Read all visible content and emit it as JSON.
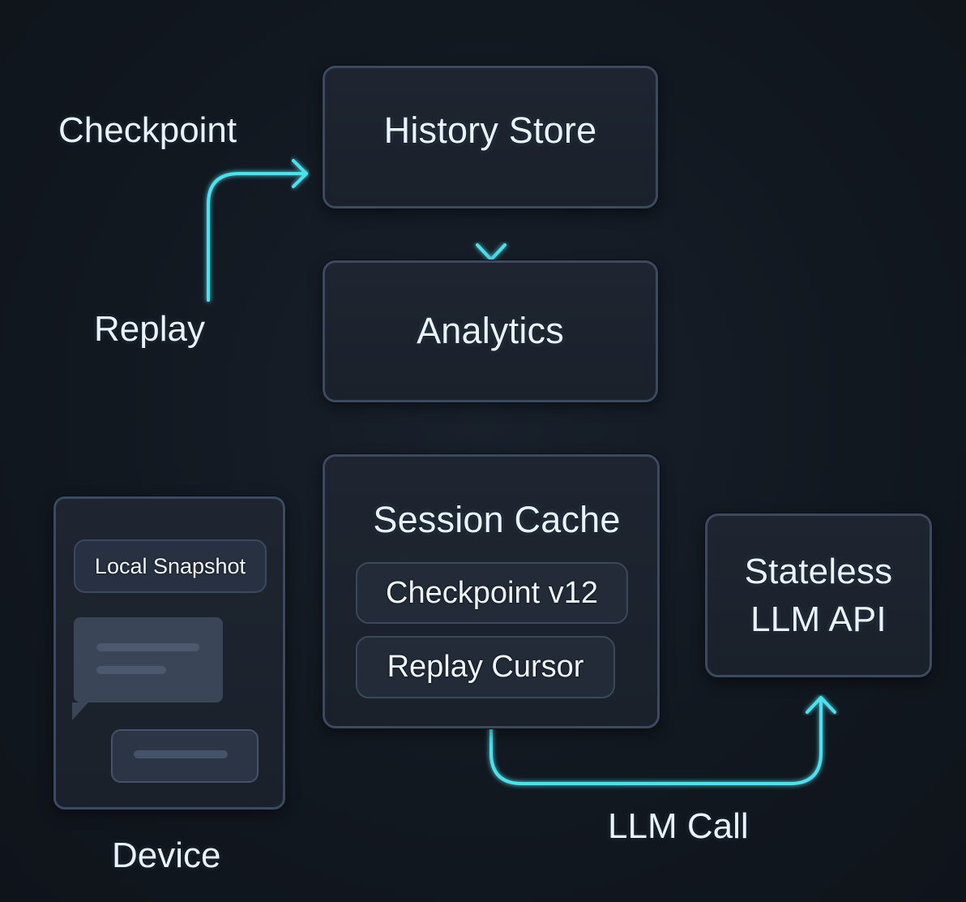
{
  "diagram": {
    "nodes": {
      "history_store": {
        "title": "History Store"
      },
      "analytics": {
        "title": "Analytics"
      },
      "session_cache": {
        "title": "Session Cache",
        "items": [
          "Checkpoint v12",
          "Replay Cursor"
        ]
      },
      "llm_api": {
        "title_line1": "Stateless",
        "title_line2": "LLM API"
      },
      "device": {
        "snapshot_label": "Local Snapshot",
        "caption": "Device"
      }
    },
    "edge_labels": {
      "checkpoint": "Checkpoint",
      "replay": "Replay",
      "llm_call": "LLM Call"
    },
    "edges": [
      {
        "from": "device",
        "to": "history_store",
        "labels": [
          "Replay",
          "Checkpoint"
        ]
      },
      {
        "from": "history_store",
        "to": "analytics"
      },
      {
        "from": "analytics",
        "to": "session_cache"
      },
      {
        "from": "session_cache",
        "to": "llm_api",
        "label": "LLM Call"
      }
    ],
    "colors": {
      "background": "#121820",
      "box_fill": "#1c232d",
      "box_border": "#3b4a60",
      "arrow": "#4fe0ee",
      "text": "#eaf3fb"
    }
  }
}
